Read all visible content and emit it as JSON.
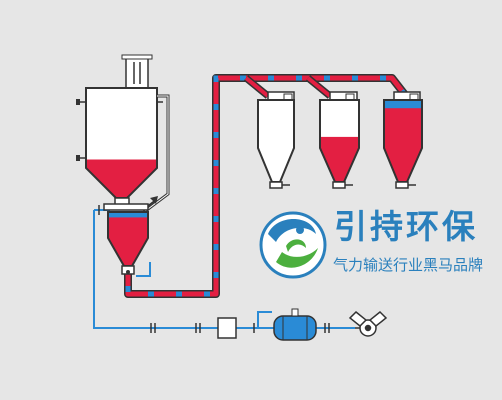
{
  "brand": {
    "name": "引持环保",
    "slogan": "气力输送行业黑马品牌"
  },
  "colors": {
    "background": "#e6e6e6",
    "material_red": "#e31f42",
    "air_blue": "#2a8bd6",
    "outline": "#333333",
    "logo_blue": "#2a80bd",
    "logo_green": "#4caf3e"
  },
  "icons": {
    "brand_logo": "swirl-logo-icon",
    "compressor": "air-compressor-icon",
    "filter": "air-filter-icon",
    "air_tank": "air-tank-icon"
  },
  "levels": {
    "feed_silo_fill": 0.35,
    "transmitter_fill": 0.9,
    "receiver_1_fill": 0.0,
    "receiver_2_fill": 0.55,
    "receiver_3_fill": 0.9
  }
}
